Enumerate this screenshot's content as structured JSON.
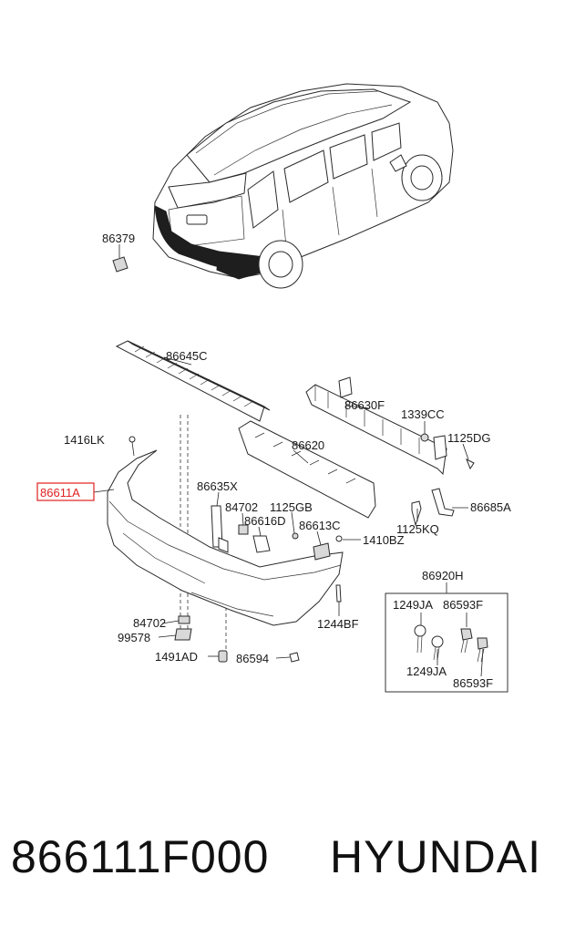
{
  "diagram": {
    "callouts": {
      "c86379": "86379",
      "c86645C": "86645C",
      "c86630F": "86630F",
      "c1339CC": "1339CC",
      "c1416LK": "1416LK",
      "c86620": "86620",
      "c1125DG": "1125DG",
      "c86611A": "86611A",
      "c86635X": "86635X",
      "c84702a": "84702",
      "c1125GB": "1125GB",
      "c86616D": "86616D",
      "c86613C": "86613C",
      "c86685A": "86685A",
      "c1125KQ": "1125KQ",
      "c1410BZ": "1410BZ",
      "c86920H": "86920H",
      "c1249JA_top": "1249JA",
      "c86593F_top": "86593F",
      "c84702b": "84702",
      "c99578": "99578",
      "c1244BF": "1244BF",
      "c1491AD": "1491AD",
      "c86594": "86594",
      "c1249JA_bot": "1249JA",
      "c86593F_bot": "86593F"
    },
    "highlighted_part": "86611A",
    "highlight_color": "#e02020"
  },
  "caption": {
    "part_number": "866111F000",
    "brand": "HYUNDAI"
  }
}
